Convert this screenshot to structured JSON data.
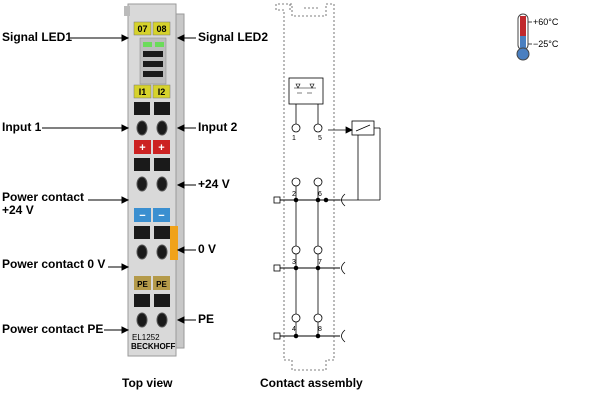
{
  "labels_left": {
    "signal_led1": "Signal LED1",
    "input1": "Input 1",
    "power_contact_24v_line1": "Power contact",
    "power_contact_24v_line2": "+24 V",
    "power_contact_0v": "Power contact 0 V",
    "power_contact_pe": "Power contact PE"
  },
  "labels_right": {
    "signal_led2": "Signal LED2",
    "input2": "Input 2",
    "plus24v": "+24 V",
    "zero_v": "0 V",
    "pe": "PE"
  },
  "terminal": {
    "led_labels": [
      "07",
      "08"
    ],
    "input_labels": [
      "I1",
      "I2"
    ],
    "plus_signs": [
      "+",
      "+"
    ],
    "minus_signs": [
      "−",
      "−"
    ],
    "pe_labels": [
      "PE",
      "PE"
    ],
    "model": "EL1252",
    "brand": "BECKHOFF",
    "colors": {
      "body": "#d9d9d9",
      "yellow_label": "#d6d22c",
      "red_label": "#cc2222",
      "blue_label": "#3a8fd0",
      "pe_label": "#b49a4a",
      "orange_contact": "#f0a21a"
    }
  },
  "temperature": {
    "max": "+60°C",
    "min": "−25°C"
  },
  "captions": {
    "top_view": "Top view",
    "contact_assembly": "Contact assembly"
  },
  "contact_numbers": [
    "1",
    "5",
    "2",
    "6",
    "3",
    "7",
    "4",
    "8"
  ]
}
